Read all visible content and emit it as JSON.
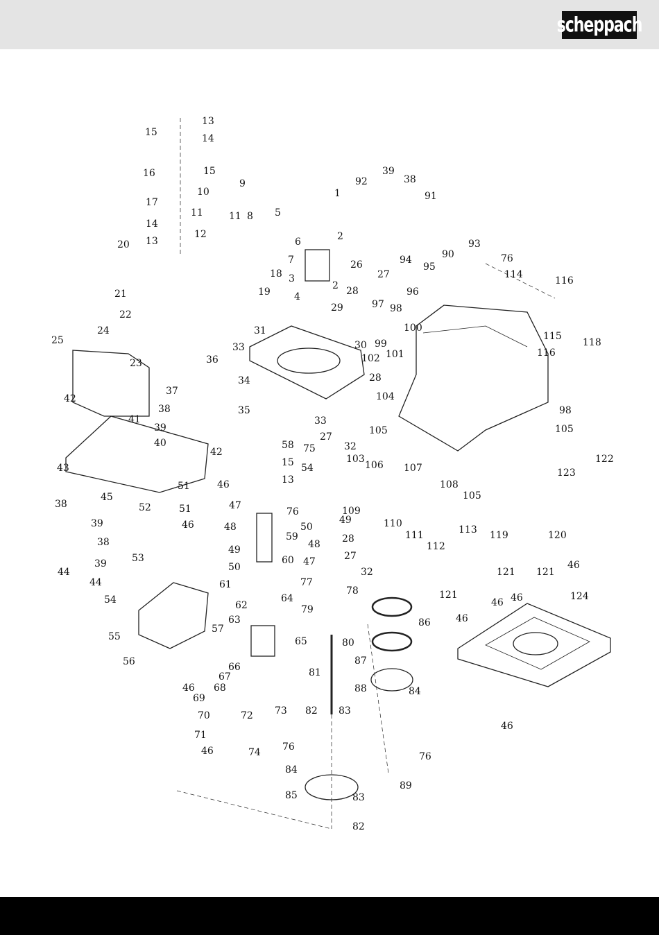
{
  "header": {
    "logo_text": "scheppach",
    "background": "#e4e4e4"
  },
  "footer": {
    "background": "#000000"
  },
  "diagram": {
    "part_labels": [
      "13",
      "15",
      "14",
      "16",
      "15",
      "9",
      "10",
      "17",
      "11",
      "11",
      "8",
      "5",
      "14",
      "12",
      "6",
      "13",
      "20",
      "7",
      "18",
      "21",
      "19",
      "22",
      "24",
      "25",
      "23",
      "36",
      "33",
      "34",
      "31",
      "35",
      "37",
      "38",
      "39",
      "40",
      "42",
      "41",
      "42",
      "43",
      "46",
      "51",
      "47",
      "52",
      "51",
      "45",
      "38",
      "39",
      "38",
      "46",
      "48",
      "44",
      "39",
      "53",
      "49",
      "50",
      "44",
      "54",
      "61",
      "62",
      "64",
      "63",
      "55",
      "57",
      "65",
      "56",
      "66",
      "67",
      "46",
      "68",
      "69",
      "70",
      "71",
      "72",
      "73",
      "46",
      "74",
      "58",
      "15",
      "13",
      "59",
      "60",
      "75",
      "54",
      "76",
      "50",
      "49",
      "48",
      "47",
      "77",
      "78",
      "79",
      "80",
      "81",
      "82",
      "83",
      "76",
      "84",
      "85",
      "83",
      "82",
      "1",
      "2",
      "3",
      "2",
      "4",
      "26",
      "27",
      "28",
      "97",
      "29",
      "98",
      "99",
      "30",
      "100",
      "101",
      "102",
      "28",
      "33",
      "27",
      "32",
      "103",
      "106",
      "107",
      "104",
      "105",
      "92",
      "39",
      "38",
      "91",
      "94",
      "95",
      "96",
      "90",
      "93",
      "76",
      "114",
      "116",
      "115",
      "118",
      "116",
      "98",
      "105",
      "122",
      "123",
      "108",
      "105",
      "109",
      "110",
      "111",
      "112",
      "113",
      "28",
      "27",
      "32",
      "119",
      "120",
      "46",
      "121",
      "121",
      "121",
      "46",
      "46",
      "46",
      "124",
      "86",
      "87",
      "88",
      "84",
      "76",
      "89",
      "46"
    ]
  }
}
